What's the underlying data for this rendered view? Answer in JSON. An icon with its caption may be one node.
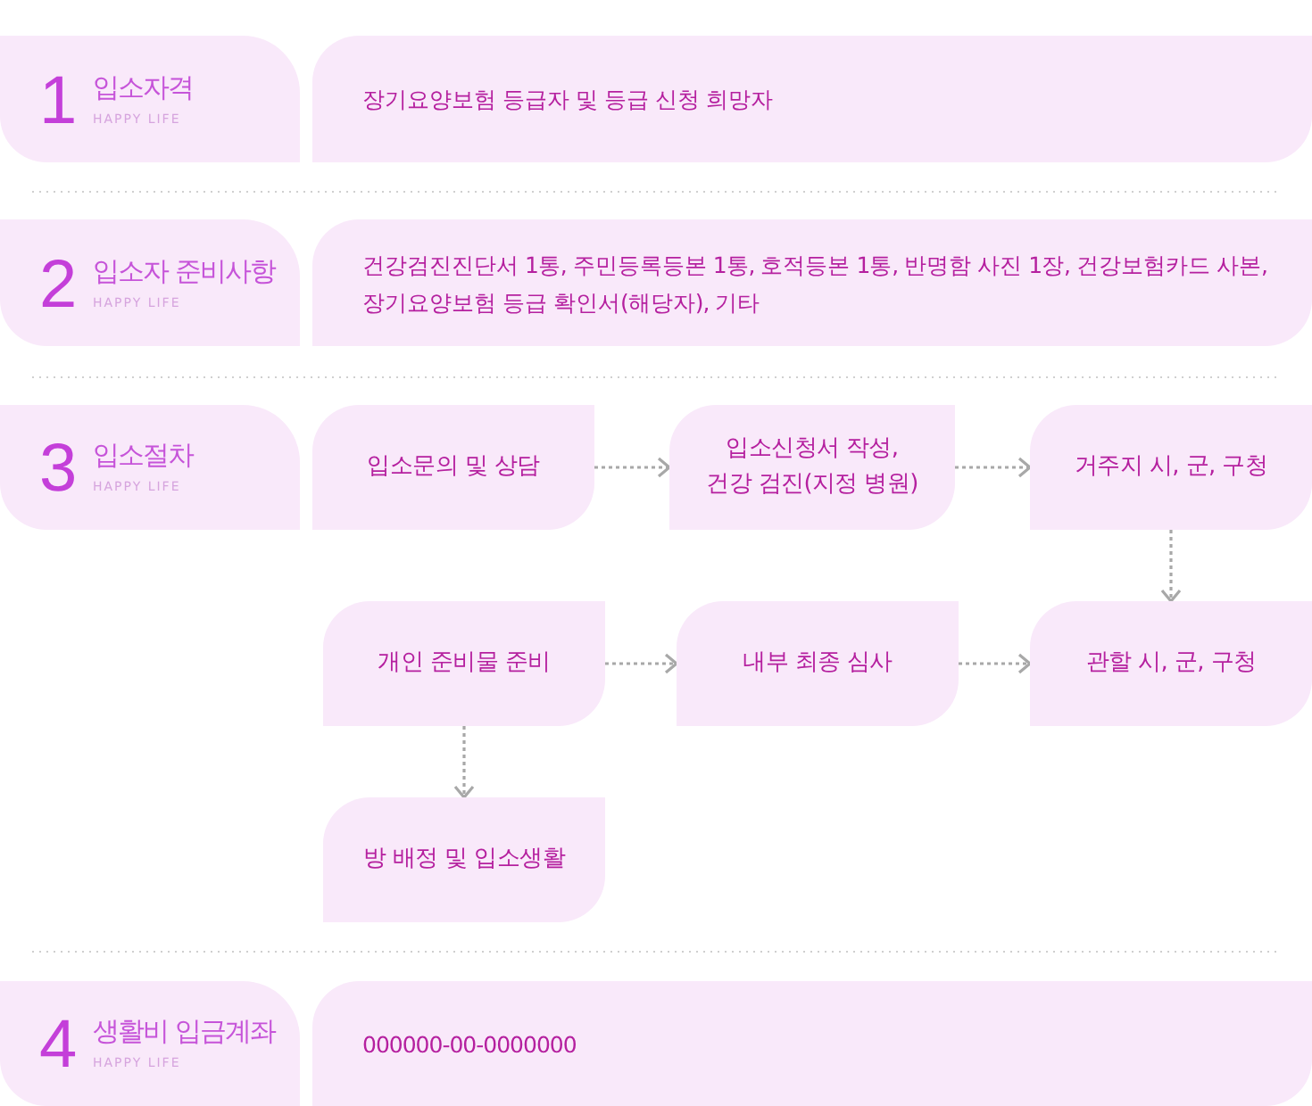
{
  "diagram": {
    "nodes": [
      {
        "text": [
          "1",
          "입소자격",
          "HAPPY LIFE"
        ]
      },
      {
        "text": [
          "장기요양보험 등급자 및 등급 신청 희망자"
        ]
      },
      {
        "text": [
          "2",
          "입소자 준비사항",
          "HAPPY LIFE"
        ]
      },
      {
        "text": [
          "건강검진진단서 1통, 주민등록등본 1통, 호적등본 1통, 반명함 사진 1장, 건강보험카드 사본, 장기요양보험 등급 확인서(해당자), 기타"
        ]
      },
      {
        "text": [
          "3",
          "입소절차",
          "HAPPY LIFE"
        ]
      },
      {
        "text": [
          "입소문의 및 상담"
        ]
      },
      {
        "text": [
          "입소신청서 작성, 건강 검진(지정 병원)"
        ]
      },
      {
        "text": [
          "거주지 시, 군, 구청"
        ]
      },
      {
        "text": [
          "개인 준비물 준비"
        ]
      },
      {
        "text": [
          "내부 최종 심사"
        ]
      },
      {
        "text": [
          "관할 시, 군, 구청"
        ]
      },
      {
        "text": [
          "방 배정 및 입소생활"
        ]
      },
      {
        "text": [
          "4",
          "생활비 입금계좌",
          "HAPPY LIFE"
        ]
      },
      {
        "text": [
          "000000-00-0000000"
        ]
      }
    ],
    "edges": [
      {
        "from": 5,
        "to": 6,
        "arrow": "to",
        "style": "dashed"
      },
      {
        "from": 6,
        "to": 7,
        "arrow": "to",
        "style": "dashed"
      },
      {
        "from": 7,
        "to": 10,
        "arrow": "to",
        "style": "dashed"
      },
      {
        "from": 8,
        "to": 9,
        "arrow": "to",
        "style": "dashed"
      },
      {
        "from": 9,
        "to": 10,
        "arrow": "to",
        "style": "dashed"
      },
      {
        "from": 8,
        "to": 11,
        "arrow": "to",
        "style": "dashed"
      }
    ]
  }
}
